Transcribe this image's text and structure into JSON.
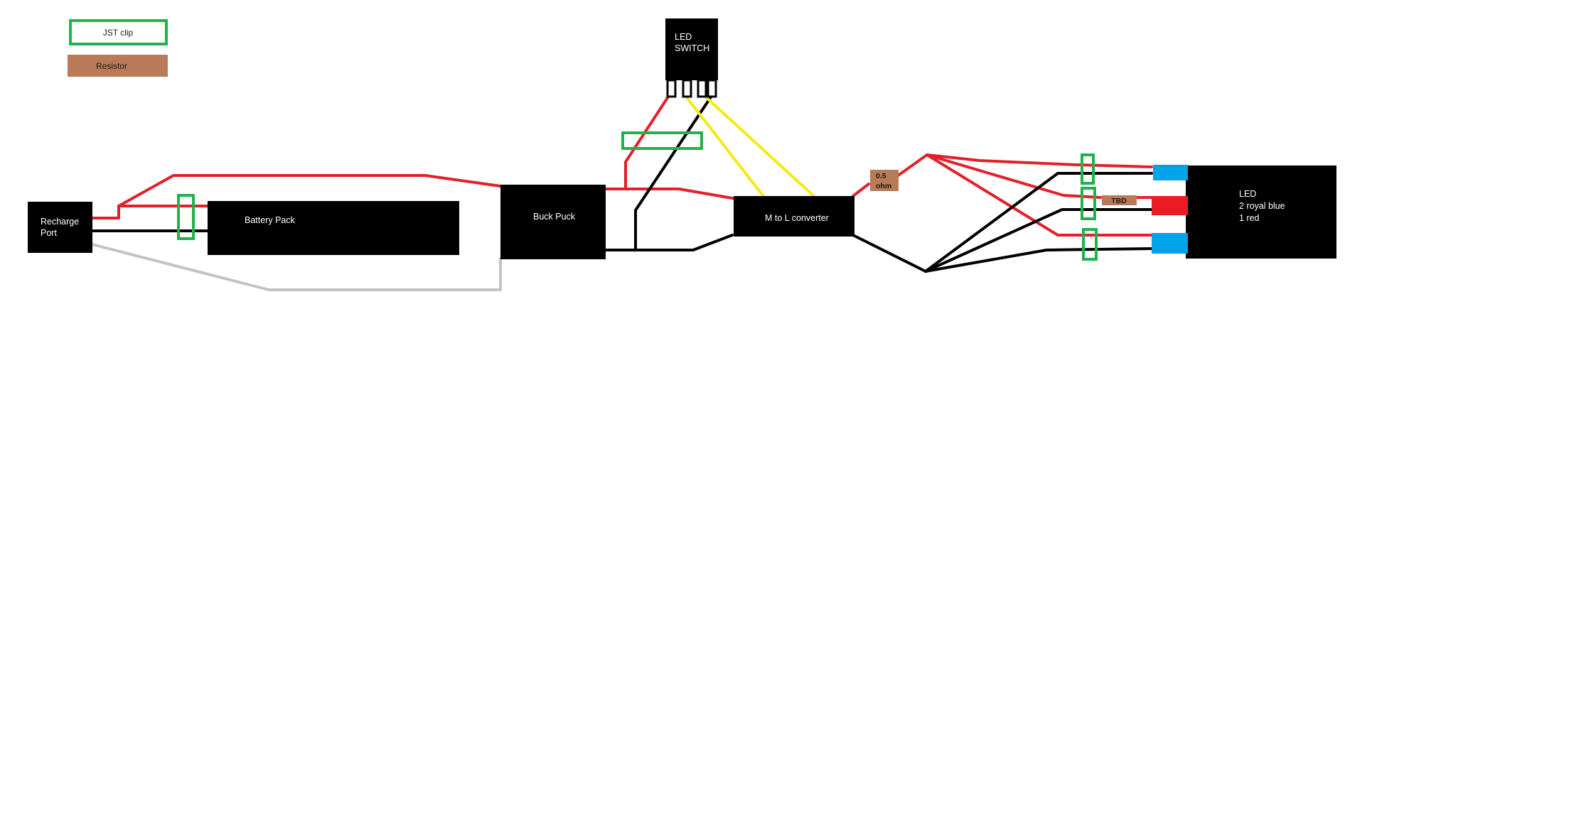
{
  "legend": {
    "jst_clip_label": "JST clip",
    "resistor_label": "Resistor"
  },
  "components": {
    "recharge_port": [
      "Recharge",
      "Port"
    ],
    "battery_pack": "Battery Pack",
    "buck_puck": "Buck Puck",
    "led_switch": [
      "LED",
      "SWITCH"
    ],
    "m_to_l_converter": "M to L converter",
    "led": [
      "LED",
      "2 royal blue",
      "1 red"
    ]
  },
  "resistors": {
    "main": [
      "0.5",
      "ohm"
    ],
    "red_led": "TBD"
  },
  "colors": {
    "wire_positive": "#e3202a",
    "wire_negative": "#000000",
    "wire_signal": "#f5ea14",
    "wire_ground_return": "#c3c3c3",
    "jst_clip": "#22b14c",
    "resistor": "#b97a57",
    "component": "#000000",
    "led_blue": "#00a2e8",
    "led_red": "#ed1c24"
  }
}
